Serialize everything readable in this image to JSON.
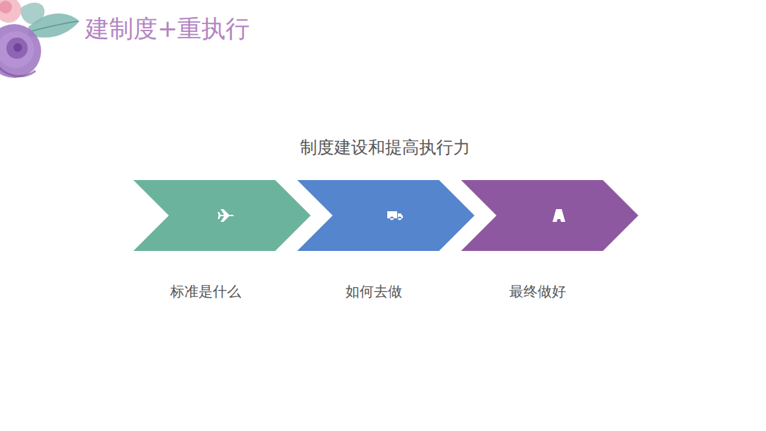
{
  "diagram": {
    "title": "建制度+重执行",
    "nodes": [
      {
        "text": [
          "标准是什么"
        ]
      },
      {
        "text": [
          "如何去做"
        ]
      },
      {
        "text": [
          "最终做好"
        ]
      }
    ],
    "labels": [
      "制度建设和提高执行力"
    ]
  }
}
